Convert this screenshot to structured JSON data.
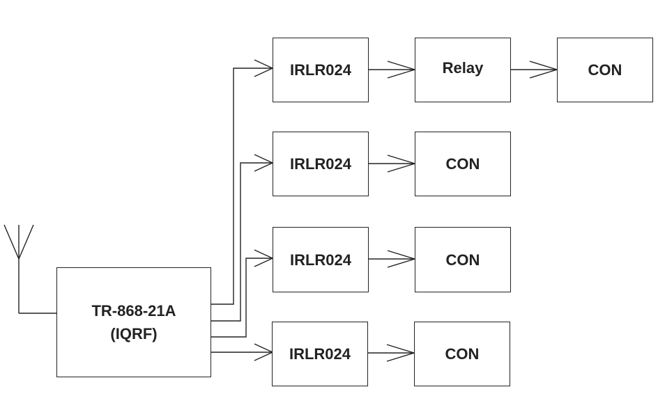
{
  "diagram": {
    "transceiver": {
      "line1": "TR-868-21A",
      "line2": "(IQRF)"
    },
    "channels": [
      {
        "driver": "IRLR024",
        "relay": "Relay",
        "connector": "CON"
      },
      {
        "driver": "IRLR024",
        "connector": "CON"
      },
      {
        "driver": "IRLR024",
        "connector": "CON"
      },
      {
        "driver": "IRLR024",
        "connector": "CON"
      }
    ]
  }
}
